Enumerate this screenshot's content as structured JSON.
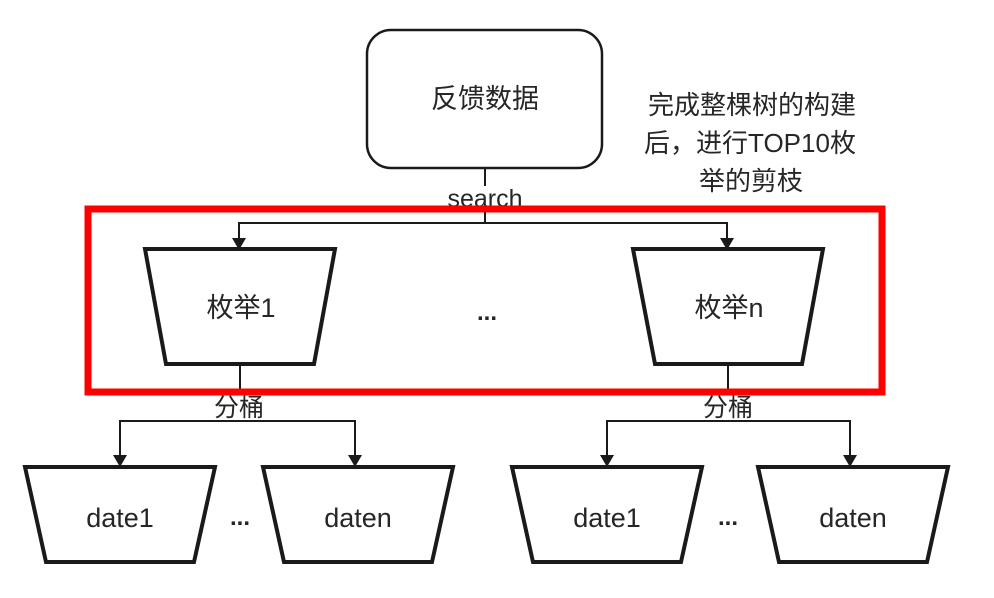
{
  "diagram": {
    "root_node": {
      "label": "反馈数据"
    },
    "search_edge": {
      "label": "search"
    },
    "annotation": {
      "line1": "完成整棵树的构建",
      "line2": "后，进行TOP10枚",
      "line3": "举的剪枝"
    },
    "enum_row": {
      "left_node": "枚举1",
      "ellipsis": "...",
      "right_node": "枚举n"
    },
    "bucket_edges": {
      "left_label": "分桶",
      "right_label": "分桶"
    },
    "bucket_row_left": {
      "first_node": "date1",
      "ellipsis": "...",
      "last_node": "daten"
    },
    "bucket_row_right": {
      "first_node": "date1",
      "ellipsis": "...",
      "last_node": "daten"
    },
    "colors": {
      "highlight_box": "#fe0000",
      "shape_stroke": "#1a1a1a",
      "text": "#262626",
      "background": "#ffffff"
    }
  }
}
